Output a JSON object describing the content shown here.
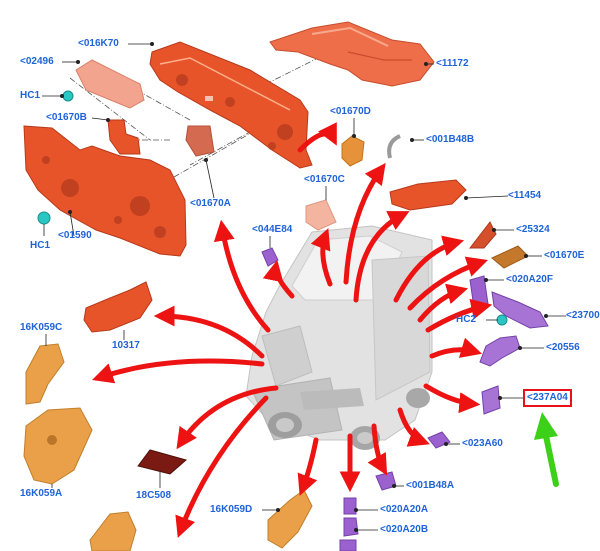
{
  "colors": {
    "label": "#1f63d8",
    "arrow": "#ee1313",
    "highlight": "#e8101a",
    "pointer": "#3cd018",
    "orange_part": "#e7542a",
    "salmon_part": "#f0a58a",
    "amber_part": "#eaa048",
    "purple_part": "#9b62cf",
    "cyan_part": "#2ac6c4",
    "vehicle": "#d6d6d6"
  },
  "labels": {
    "p016K70": "<016K70",
    "p02496": "<02496",
    "pHC1_top": "HC1",
    "p01670B": "<01670B",
    "p01590": "<01590",
    "pHC1_bottom": "HC1",
    "p01670A": "<01670A",
    "p11172": "<11172",
    "p01670D": "<01670D",
    "p001B48B": "<001B48B",
    "p01670C": "<01670C",
    "p11454": "<11454",
    "p044E84": "<044E84",
    "p25324": "<25324",
    "p01670E": "<01670E",
    "p020A20F": "<020A20F",
    "pHC2": "HC2",
    "p23700": "<23700",
    "p20556": "<20556",
    "p10317": "10317",
    "p16K059C": "16K059C",
    "p16K059A": "16K059A",
    "p237A04": "<237A04",
    "p023A60": "<023A60",
    "p18C508": "18C508",
    "p001B48A": "<001B48A",
    "p16K059D": "16K059D",
    "p020A20A": "<020A20A",
    "p020A20B": "<020A20B"
  }
}
